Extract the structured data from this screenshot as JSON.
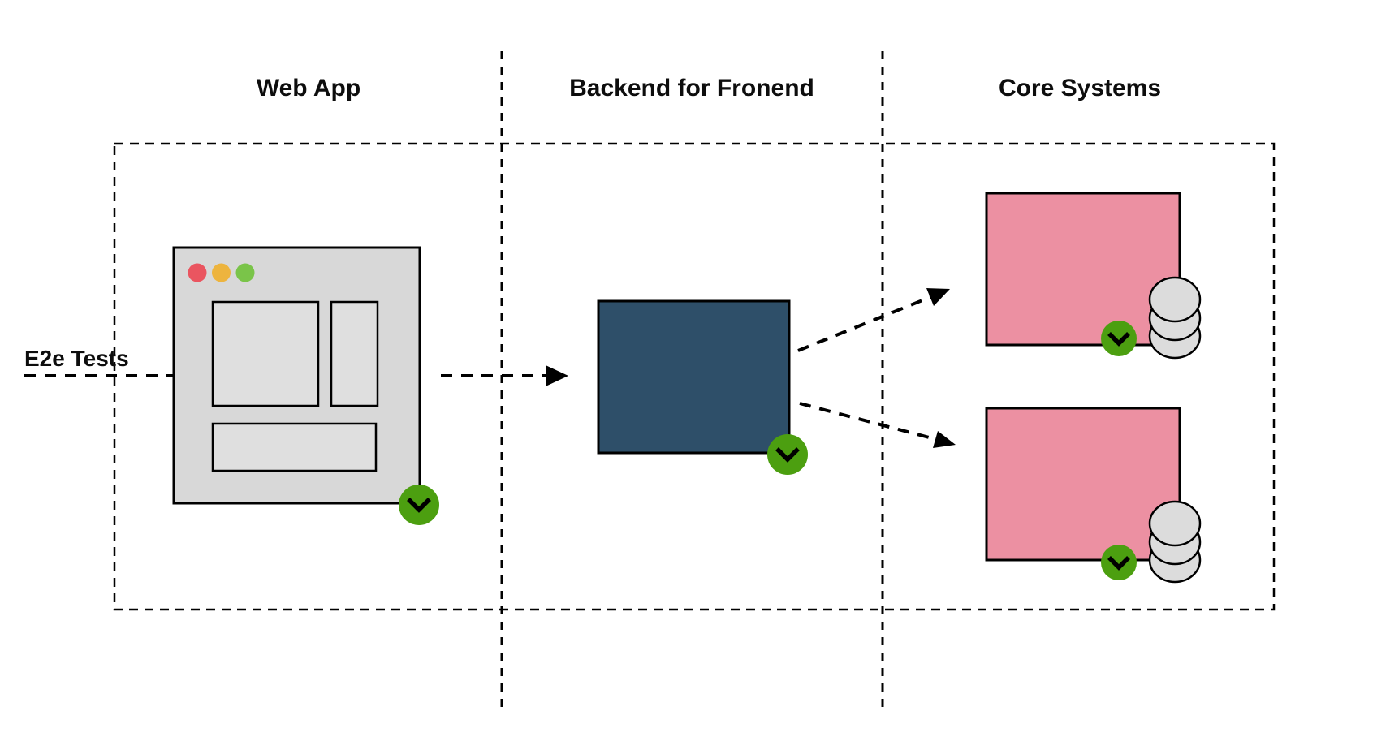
{
  "diagram": {
    "lanes": [
      {
        "title": "Web App"
      },
      {
        "title": "Backend for Fronend"
      },
      {
        "title": "Core Systems"
      }
    ],
    "labels": {
      "e2e_tests": "E2e Tests"
    },
    "nodes": {
      "web_app": "browser-window-mockup",
      "bff": "backend-for-frontend-service",
      "core_1": "core-system-with-datastore",
      "core_2": "core-system-with-datastore"
    },
    "icons": {
      "badge": "chevron-down",
      "datastore": "database-cylinder",
      "window_controls": [
        "close-dot",
        "minimize-dot",
        "zoom-dot"
      ]
    }
  },
  "colors": {
    "pink": "#EC90A2",
    "navy": "#2E4F69",
    "badge_green": "#4C9F10",
    "traffic_red": "#EA5560",
    "traffic_yellow": "#EDB43E",
    "traffic_green": "#7AC449",
    "browser_gray": "#D8D8D8",
    "browser_panel_gray": "#DFDFDF",
    "db_gray": "#DCDCDC",
    "line_black": "#000000"
  }
}
